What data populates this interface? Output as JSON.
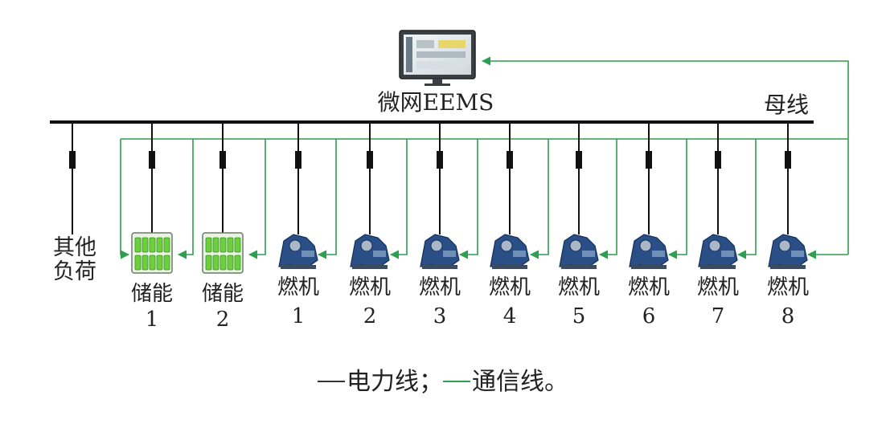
{
  "colors": {
    "power_line": "#111111",
    "comm_line": "#2e9e4f",
    "breaker": "#111111",
    "battery_cell": "#6ccf3e",
    "turbine": "#2a4f86"
  },
  "eems": {
    "label": "微网EEMS",
    "icon": "monitor-icon"
  },
  "bus": {
    "label": "母线"
  },
  "other_load": {
    "line1": "其他",
    "line2": "负荷"
  },
  "storage": [
    {
      "name": "储能",
      "num": "1",
      "icon": "battery-icon"
    },
    {
      "name": "储能",
      "num": "2",
      "icon": "battery-icon"
    }
  ],
  "turbines": [
    {
      "name": "燃机",
      "num": "1",
      "icon": "gas-turbine-icon"
    },
    {
      "name": "燃机",
      "num": "2",
      "icon": "gas-turbine-icon"
    },
    {
      "name": "燃机",
      "num": "3",
      "icon": "gas-turbine-icon"
    },
    {
      "name": "燃机",
      "num": "4",
      "icon": "gas-turbine-icon"
    },
    {
      "name": "燃机",
      "num": "5",
      "icon": "gas-turbine-icon"
    },
    {
      "name": "燃机",
      "num": "6",
      "icon": "gas-turbine-icon"
    },
    {
      "name": "燃机",
      "num": "7",
      "icon": "gas-turbine-icon"
    },
    {
      "name": "燃机",
      "num": "8",
      "icon": "gas-turbine-icon"
    }
  ],
  "legend": {
    "power_label": "电力线；",
    "comm_label": "通信线。"
  }
}
